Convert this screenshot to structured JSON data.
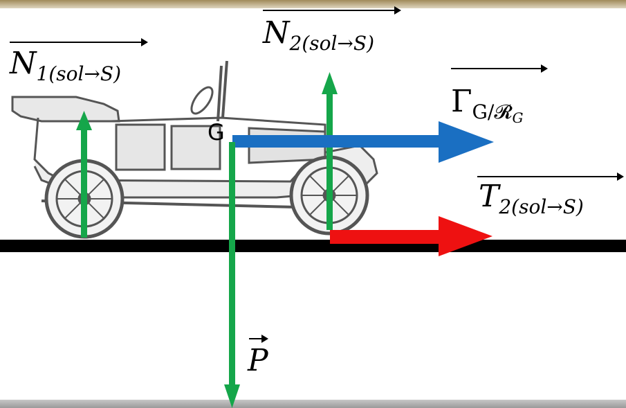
{
  "labels": {
    "n1": {
      "main": "N",
      "sub": "1(sol→S)"
    },
    "n2": {
      "main": "N",
      "sub": "2(sol→S)"
    },
    "gamma": {
      "main": "Γ",
      "sub": "G/𝓡",
      "sub2": "G"
    },
    "t2": {
      "main": "T",
      "sub": "2(sol→S)"
    },
    "p": "P",
    "g": "G"
  },
  "colors": {
    "normal_force": "#15a64a",
    "acceleration": "#1a6fc2",
    "traction": "#ee1111",
    "ground": "#000000"
  },
  "icons": {
    "vehicle": "vintage-car-icon"
  }
}
